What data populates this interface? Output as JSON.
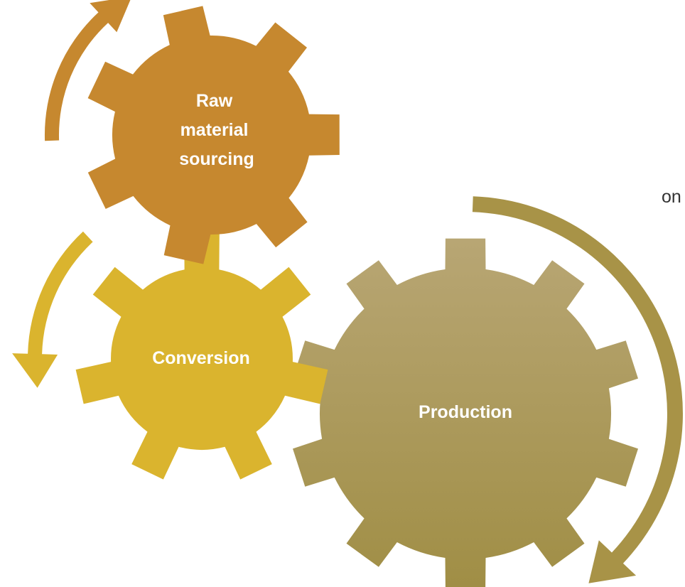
{
  "side_fragment": "on",
  "gears": [
    {
      "id": "raw-material-sourcing",
      "lines": [
        "Raw",
        "material",
        "sourcing"
      ],
      "color": "#C6882F"
    },
    {
      "id": "conversion",
      "lines": [
        "Conversion"
      ],
      "color": "#DAB42E"
    },
    {
      "id": "production",
      "lines": [
        "Production"
      ],
      "color": "#A89651",
      "gradient_light": "#B8A674",
      "gradient_dark": "#A08E45"
    }
  ],
  "arrows": [
    {
      "id": "raw-material-sourcing",
      "color": "#C6882F"
    },
    {
      "id": "conversion",
      "color": "#DAB42E"
    },
    {
      "id": "production",
      "color": "#A89347"
    }
  ]
}
